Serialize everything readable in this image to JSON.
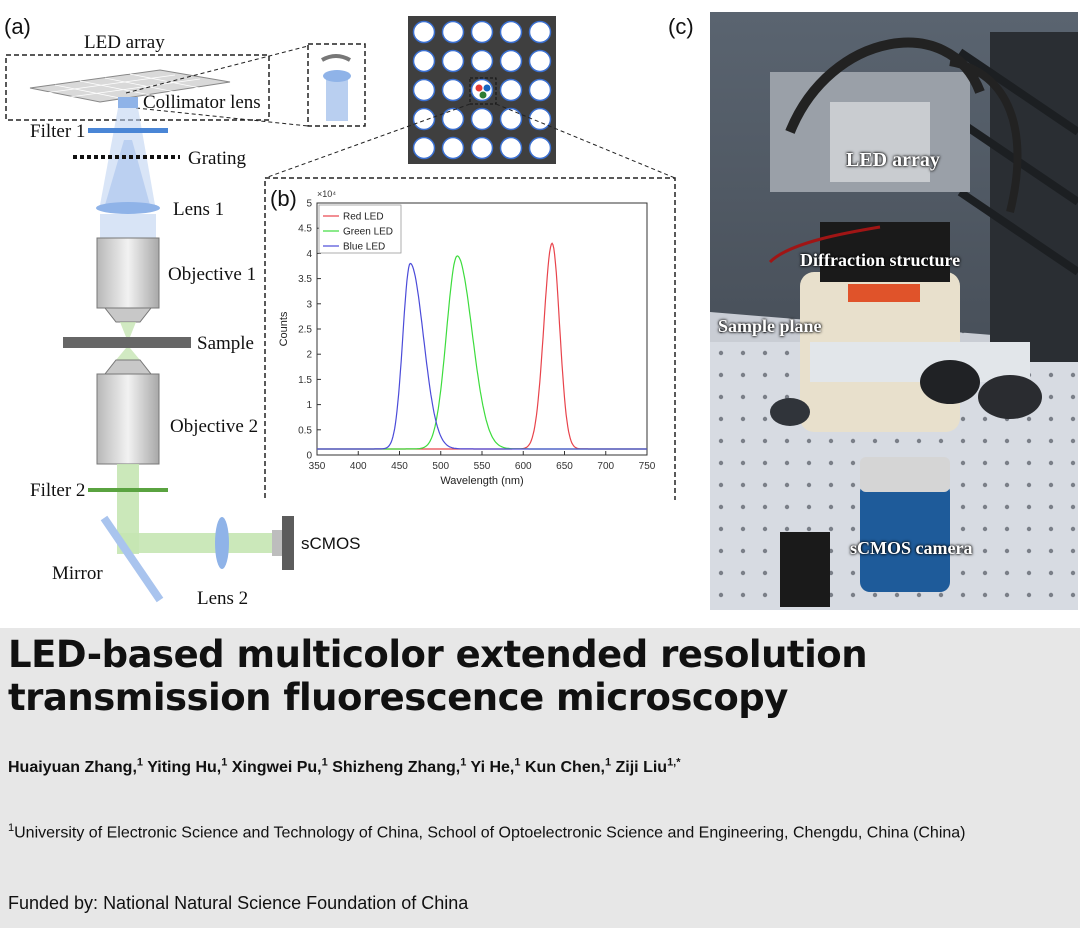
{
  "figure": {
    "panel_a": {
      "tag": "(a)",
      "labels": {
        "led_array": "LED array",
        "collimator": "Collimator lens",
        "filter1": "Filter 1",
        "grating": "Grating",
        "lens1": "Lens 1",
        "objective1": "Objective 1",
        "sample": "Sample",
        "objective2": "Objective 2",
        "filter2": "Filter 2",
        "mirror": "Mirror",
        "lens2": "Lens 2",
        "scmos": "sCMOS"
      }
    },
    "panel_b": {
      "tag": "(b)"
    },
    "panel_c": {
      "tag": "(c)",
      "labels": {
        "led_array": "LED array",
        "diffraction": "Diffraction structure",
        "sample_plane": "Sample plane",
        "scmos_camera": "sCMOS camera"
      }
    }
  },
  "chart_data": {
    "type": "line",
    "title": "",
    "xlabel": "Wavelength (nm)",
    "ylabel": "Counts",
    "y_multiplier": "×10⁴",
    "xlim": [
      350,
      750
    ],
    "ylim": [
      0,
      5
    ],
    "x_ticks": [
      350,
      400,
      450,
      500,
      550,
      600,
      650,
      700,
      750
    ],
    "y_ticks": [
      0,
      0.5,
      1,
      1.5,
      2,
      2.5,
      3,
      3.5,
      4,
      4.5,
      5
    ],
    "legend_position": "top-left",
    "series": [
      {
        "name": "Red LED",
        "color": "#e8434b",
        "baseline": 0.12,
        "peak_x": 635,
        "peak_y": 4.2,
        "width_left": 10,
        "width_right": 9
      },
      {
        "name": "Green LED",
        "color": "#3ddc3d",
        "baseline": 0.12,
        "peak_x": 520,
        "peak_y": 3.95,
        "width_left": 13,
        "width_right": 18
      },
      {
        "name": "Blue LED",
        "color": "#4b4bd9",
        "baseline": 0.12,
        "peak_x": 463,
        "peak_y": 3.8,
        "width_left": 9,
        "width_right": 16
      }
    ]
  },
  "paper": {
    "title_line1": "LED-based multicolor extended resolution",
    "title_line2": "transmission fluorescence microscopy",
    "authors": [
      {
        "name": "Huaiyuan Zhang,",
        "sup": "1"
      },
      {
        "name": "Yiting Hu,",
        "sup": "1"
      },
      {
        "name": "Xingwei Pu,",
        "sup": "1"
      },
      {
        "name": "Shizheng Zhang,",
        "sup": "1"
      },
      {
        "name": "Yi He,",
        "sup": "1"
      },
      {
        "name": "Kun Chen,",
        "sup": "1"
      },
      {
        "name": "Ziji Liu",
        "sup": "1,*"
      }
    ],
    "affiliation_sup": "1",
    "affiliation": "University of Electronic Science and Technology of China, School of Optoelectronic Science and Engineering, Chengdu, China (China)",
    "funded": "Funded by: National Natural Science Foundation of China"
  }
}
